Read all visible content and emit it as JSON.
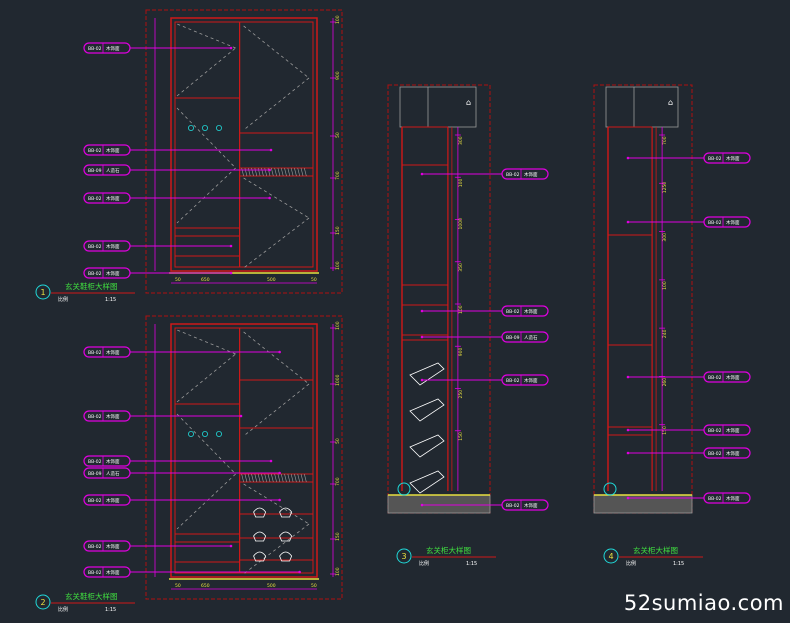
{
  "drawings": [
    {
      "id": 1,
      "title": "玄关鞋柜大样图",
      "scale_label": "比例",
      "scale_value": "1:15",
      "tags": [
        [
          "BB-02",
          "木饰面"
        ],
        [
          "BB-02",
          "木饰面"
        ],
        [
          "BB-09",
          "人造石"
        ],
        [
          "BB-02",
          "木饰面"
        ],
        [
          "BB-02",
          "木饰面"
        ],
        [
          "BB-02",
          "木饰面"
        ]
      ],
      "dims_right": [
        "100",
        "900",
        "50",
        "700",
        "150",
        "100"
      ],
      "dims_bottom": [
        "50",
        "650",
        "500",
        "50"
      ]
    },
    {
      "id": 2,
      "title": "玄关鞋柜大样图",
      "scale_label": "比例",
      "scale_value": "1:15",
      "tags": [
        [
          "BB-02",
          "木饰面"
        ],
        [
          "BB-02",
          "木饰面"
        ],
        [
          "BB-02",
          "木饰面"
        ],
        [
          "BB-09",
          "人造石"
        ],
        [
          "BB-02",
          "木饰面"
        ],
        [
          "BB-02",
          "木饰面"
        ],
        [
          "BB-02",
          "木饰面"
        ]
      ],
      "dims_right": [
        "100",
        "1000",
        "50",
        "700",
        "150",
        "100"
      ],
      "dims_bottom": [
        "50",
        "650",
        "500",
        "50"
      ]
    },
    {
      "id": 3,
      "title": "玄关柜大样图",
      "scale_label": "比例",
      "scale_value": "1:15",
      "tags": [
        [
          "BB-02",
          "木饰面"
        ],
        [
          "BB-02",
          "木饰面"
        ],
        [
          "BB-09",
          "人造石"
        ],
        [
          "BB-02",
          "木饰面"
        ],
        [
          "BB-02",
          "木饰面"
        ]
      ],
      "dims": [
        "300",
        "100",
        "1000",
        "350",
        "100",
        "900",
        "250",
        "150"
      ]
    },
    {
      "id": 4,
      "title": "玄关柜大样图",
      "scale_label": "比例",
      "scale_value": "1:15",
      "tags": [
        [
          "BB-02",
          "木饰面"
        ],
        [
          "BB-02",
          "木饰面"
        ],
        [
          "BB-02",
          "木饰面"
        ],
        [
          "BB-02",
          "木饰面"
        ],
        [
          "BB-02",
          "木饰面"
        ],
        [
          "BB-02",
          "木饰面"
        ]
      ],
      "dims": [
        "700",
        "1250",
        "300",
        "100",
        "240",
        "260",
        "150"
      ]
    }
  ],
  "watermark": "52sumiao.com",
  "colors": {
    "background": "#212830",
    "magenta": "#e000e0",
    "red": "#d01818",
    "frame": "#b01010",
    "yellow": "#e8e040",
    "green": "#40e040",
    "cyan": "#20d8d8",
    "white": "#ffffff",
    "gray": "#9a9a9a"
  }
}
